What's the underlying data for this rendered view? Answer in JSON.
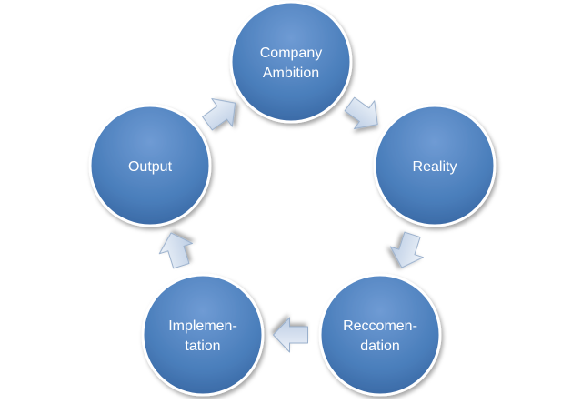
{
  "diagram": {
    "nodes": [
      {
        "id": "company-ambition",
        "lines": [
          "Company",
          "Ambition"
        ]
      },
      {
        "id": "reality",
        "lines": [
          "Reality"
        ]
      },
      {
        "id": "reccomendation",
        "lines": [
          "Reccomen-",
          "dation"
        ]
      },
      {
        "id": "implementation",
        "lines": [
          "Implemen-",
          "tation"
        ]
      },
      {
        "id": "output",
        "lines": [
          "Output"
        ]
      }
    ],
    "edges": [
      {
        "from": "company-ambition",
        "to": "reality"
      },
      {
        "from": "reality",
        "to": "reccomendation"
      },
      {
        "from": "reccomendation",
        "to": "implementation"
      },
      {
        "from": "implementation",
        "to": "output"
      },
      {
        "from": "output",
        "to": "company-ambition"
      }
    ],
    "colors": {
      "node_fill": "#4a7ebb",
      "node_fill_light": "#6f9bd4",
      "node_border": "#ffffff",
      "arrow_fill": "#d5e2f2",
      "arrow_stroke": "#9ab0cc",
      "label": "#ffffff"
    }
  }
}
